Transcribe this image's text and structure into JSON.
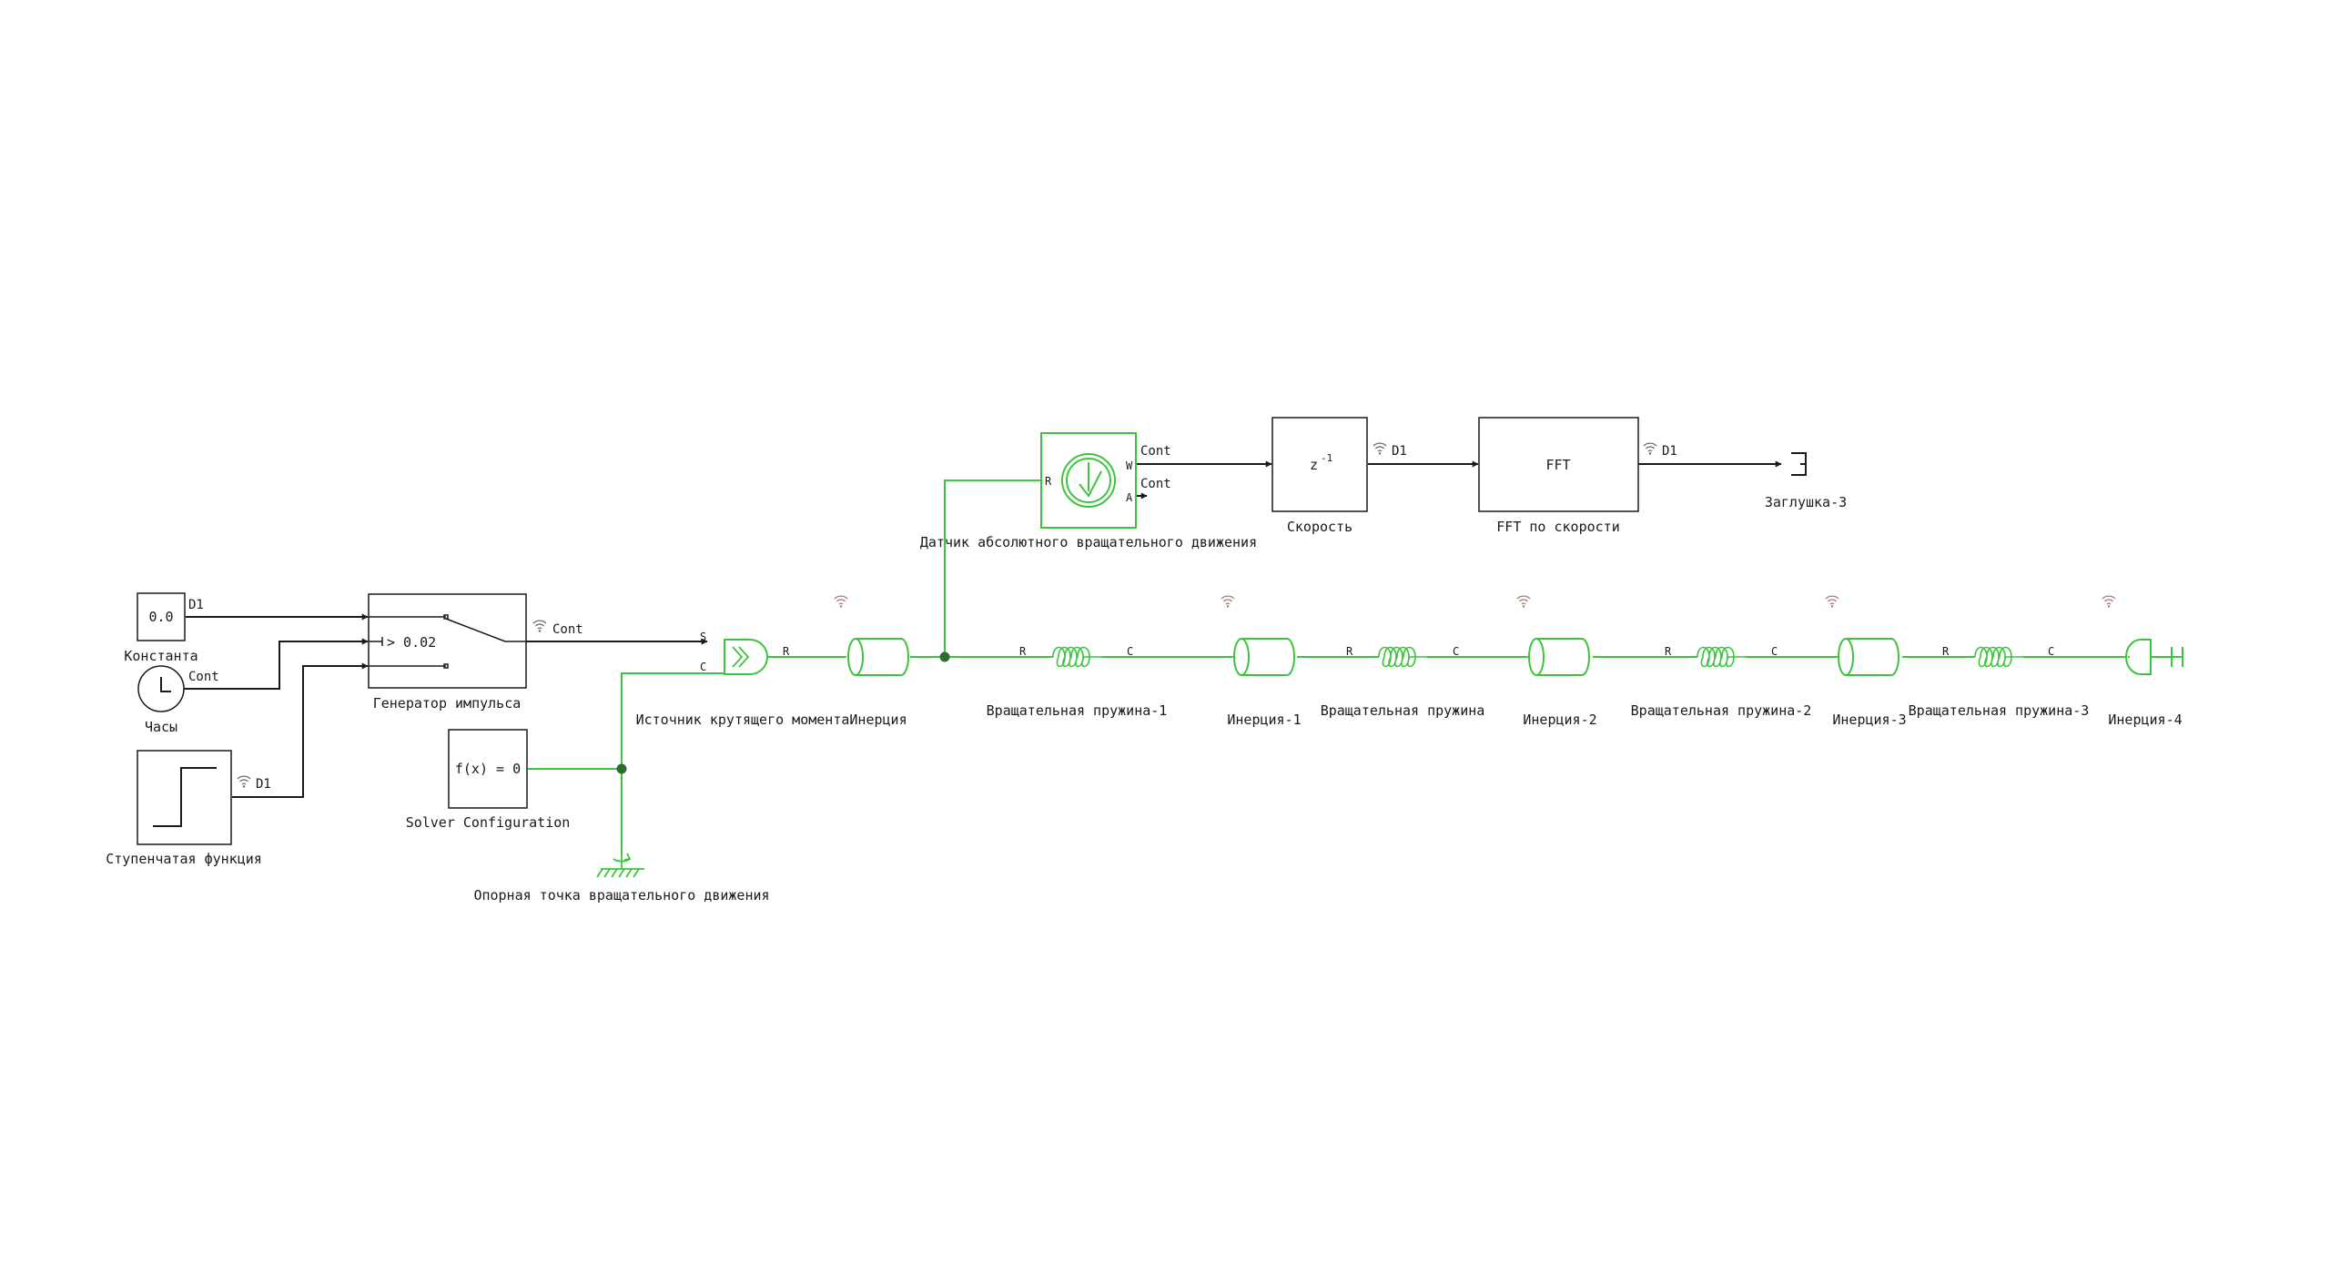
{
  "colors": {
    "physical": "#3cc43c",
    "signal": "#1a1a1a",
    "node": "#2e6b2e",
    "wifi_signal": "#666666",
    "wifi_physical": "#b07070",
    "background": "#ffffff"
  },
  "blocks": {
    "constant": {
      "label": "Константа",
      "value": "0.0",
      "out_rate": "D1"
    },
    "clock": {
      "label": "Часы",
      "out_rate": "Cont"
    },
    "step": {
      "label": "Ступенчатая функция",
      "out_rate": "D1"
    },
    "pulse": {
      "label": "Генератор импульса",
      "threshold": "> 0.02",
      "out_rate": "Cont"
    },
    "torque_source": {
      "label": "Источник крутящего момента",
      "port_s": "S",
      "port_r": "R",
      "port_c": "C"
    },
    "solver": {
      "label": "Solver Configuration",
      "text": "f(x) = 0"
    },
    "reference": {
      "label": "Опорная точка вращательного движения"
    },
    "sensor": {
      "label": "Датчик абсолютного вращательного движения",
      "port_r": "R",
      "port_w": "W",
      "port_a": "A",
      "out_w_rate": "Cont",
      "out_a_rate": "Cont"
    },
    "delay": {
      "label": "Скорость",
      "text": "z",
      "sup": "-1",
      "out_rate": "D1"
    },
    "fft": {
      "label": "FFT по скорости",
      "text": "FFT",
      "out_rate": "D1"
    },
    "terminator": {
      "label": "Заглушка-3"
    },
    "inertia0": {
      "label": "Инерция"
    },
    "spring1": {
      "label": "Вращательная пружина-1",
      "port_r": "R",
      "port_c": "C"
    },
    "inertia1": {
      "label": "Инерция-1"
    },
    "spring0": {
      "label": "Вращательная пружина",
      "port_r": "R",
      "port_c": "C"
    },
    "inertia2": {
      "label": "Инерция-2"
    },
    "spring2": {
      "label": "Вращательная пружина-2",
      "port_r": "R",
      "port_c": "C"
    },
    "inertia3": {
      "label": "Инерция-3"
    },
    "spring3": {
      "label": "Вращательная пружина-3",
      "port_r": "R",
      "port_c": "C"
    },
    "inertia4": {
      "label": "Инерция-4"
    }
  }
}
